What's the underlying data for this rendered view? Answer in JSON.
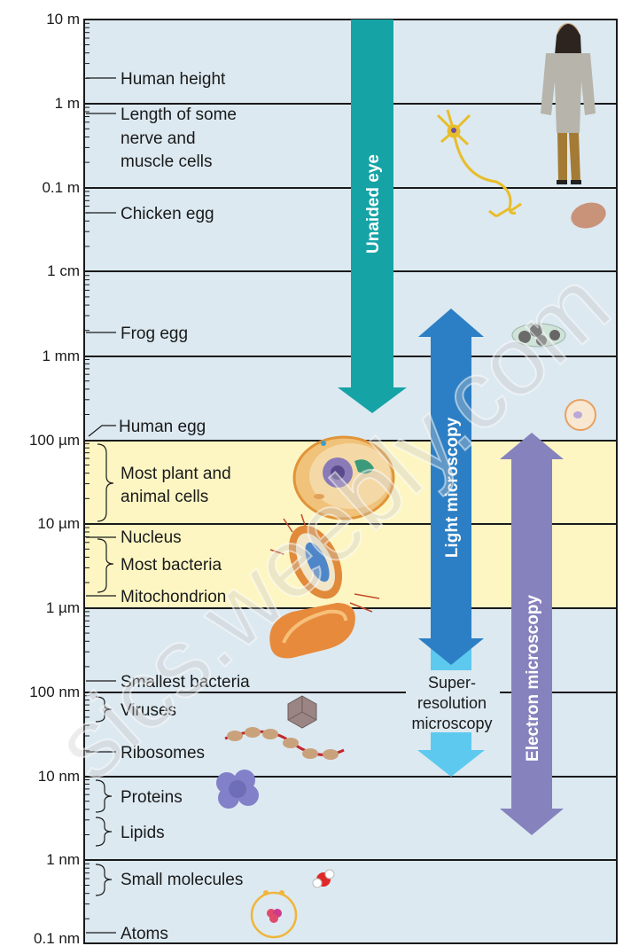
{
  "scale_ticks": [
    "10 m",
    "1 m",
    "0.1 m",
    "1 cm",
    "1 mm",
    "100 µm",
    "10 µm",
    "1 µm",
    "100 nm",
    "10 nm",
    "1 nm",
    "0.1 nm"
  ],
  "items": {
    "human_height": "Human height",
    "nerve_1": "Length of some",
    "nerve_2": "nerve and",
    "nerve_3": "muscle cells",
    "chicken_egg": "Chicken egg",
    "frog_egg": "Frog egg",
    "human_egg": "Human egg",
    "cells_1": "Most plant and",
    "cells_2": "animal cells",
    "nucleus": "Nucleus",
    "bacteria": "Most bacteria",
    "mitochondrion": "Mitochondrion",
    "smallest_bacteria": "Smallest bacteria",
    "viruses": "Viruses",
    "ribosomes": "Ribosomes",
    "proteins": "Proteins",
    "lipids": "Lipids",
    "small_molecules": "Small molecules",
    "atoms": "Atoms"
  },
  "arrows": {
    "unaided_eye": "Unaided eye",
    "light_microscopy": "Light microscopy",
    "electron_microscopy": "Electron microscopy",
    "super_1": "Super-",
    "super_2": "resolution",
    "super_3": "microscopy"
  },
  "colors": {
    "background": "#dce9f1",
    "highlight_band": "#fdf6c3",
    "unaided_eye_arrow": "#15a3a6",
    "light_microscopy_arrow": "#2c7fc4",
    "super_resolution_arrow": "#5ec9ee",
    "electron_microscopy_arrow": "#8682bd"
  },
  "watermark": "sics.weebly.com"
}
